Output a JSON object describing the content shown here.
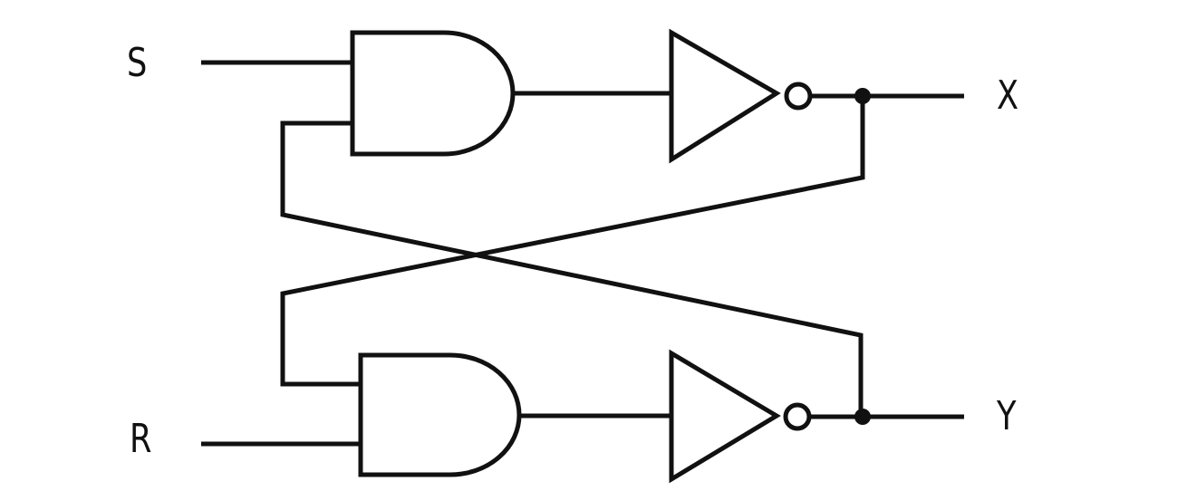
{
  "diagram": {
    "type": "cross-coupled AND-NOT (NAND) latch",
    "inputs": {
      "top": "S",
      "bottom": "R"
    },
    "outputs": {
      "top": "X",
      "bottom": "Y"
    },
    "components": [
      "AND gate (top)",
      "NOT gate with bubble (top)",
      "AND gate (bottom)",
      "NOT gate with bubble (bottom)"
    ],
    "stroke_color": "#111111",
    "background": "#ffffff"
  }
}
